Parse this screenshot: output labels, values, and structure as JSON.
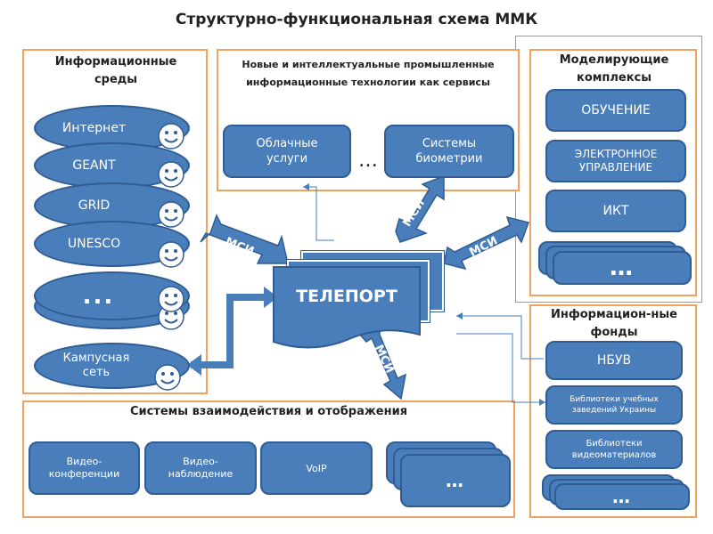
{
  "title": "Структурно-функциональная схема ММК",
  "info_env": {
    "title": "Информационные среды",
    "items": [
      "Интернет",
      "GEANT",
      "GRID",
      "UNESCO",
      "..."
    ],
    "campus": "Кампусная сеть"
  },
  "new_tech": {
    "title_line1": "Новые и интеллектуальные промышленные",
    "title_line2": "информационные технологии как сервисы",
    "cloud": "Облачные услуги",
    "dots": "…",
    "biometrics": "Системы биометрии"
  },
  "modeling": {
    "title": "Моделирующие комплексы",
    "items": [
      "ОБУЧЕНИЕ",
      "ЭЛЕКТРОННОЕ УПРАВЛЕНИЕ",
      "ИКТ"
    ],
    "more": "…"
  },
  "funds": {
    "title": "Информацион-ные фонды",
    "items": [
      "НБУВ",
      "Библиотеки учебных заведений Украины",
      "Библиотеки видеоматериалов"
    ],
    "more": "…"
  },
  "interaction": {
    "title": "Системы взаимодействия и отображения",
    "items": [
      "Видео-конференции",
      "Видео-наблюдение",
      "VoIP"
    ],
    "more": "…"
  },
  "teleport": "ТЕЛЕПОРТ",
  "msi": "МСИ",
  "colors": {
    "box_fill": "#4a7ebb",
    "box_border": "#2f5c93",
    "panel_border": "#f2a15f",
    "arrow": "#4a7ebb"
  }
}
